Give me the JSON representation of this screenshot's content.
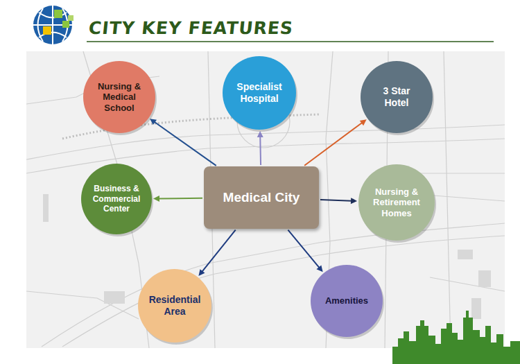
{
  "diagram": {
    "title": "CITY KEY FEATURES",
    "nodes": [
      {
        "text": [
          "Nursing & Medical School"
        ]
      },
      {
        "text": [
          "Specialist Hospital"
        ]
      },
      {
        "text": [
          "3 Star Hotel"
        ]
      },
      {
        "text": [
          "Business & Commercial Center"
        ]
      },
      {
        "text": [
          "Medical City"
        ]
      },
      {
        "text": [
          "Nursing & Retirement Homes"
        ]
      },
      {
        "text": [
          "Residential Area"
        ]
      },
      {
        "text": [
          "Amenities"
        ]
      }
    ],
    "edges": [
      {
        "from": 4,
        "to": 0,
        "arrow": "to"
      },
      {
        "from": 4,
        "to": 1,
        "arrow": "to"
      },
      {
        "from": 4,
        "to": 2,
        "arrow": "to"
      },
      {
        "from": 4,
        "to": 3,
        "arrow": "to"
      },
      {
        "from": 4,
        "to": 5,
        "arrow": "to"
      },
      {
        "from": 4,
        "to": 6,
        "arrow": "to"
      },
      {
        "from": 4,
        "to": 7,
        "arrow": "to"
      }
    ]
  }
}
